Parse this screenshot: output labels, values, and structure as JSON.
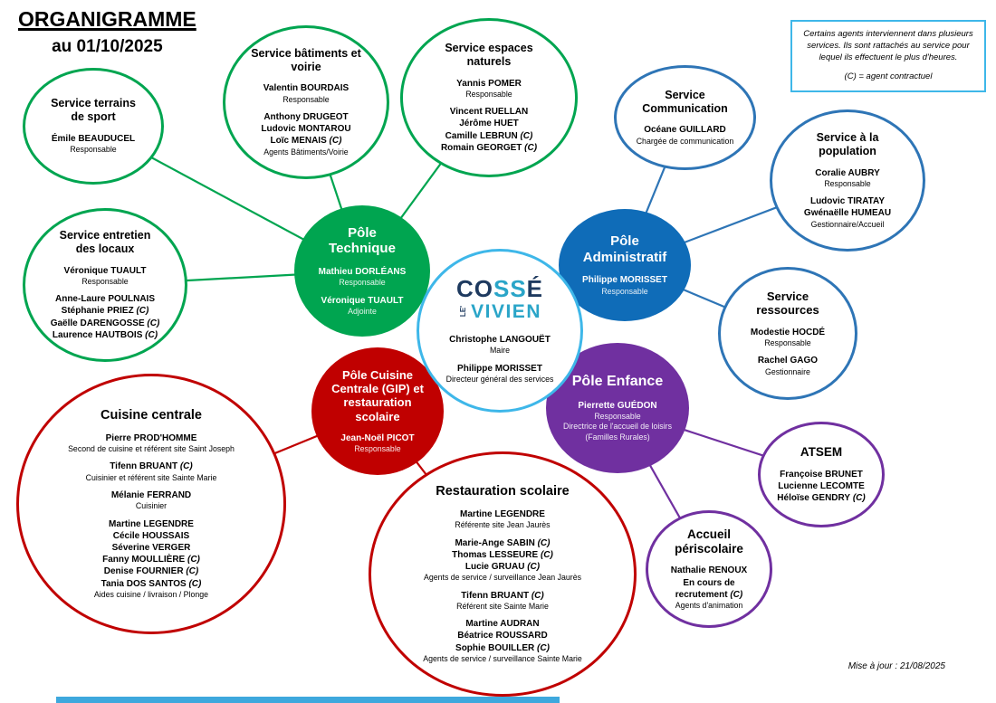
{
  "header": {
    "title": "ORGANIGRAMME",
    "date": "au 01/10/2025"
  },
  "note": {
    "body": "Certains agents interviennent dans plusieurs services. Ils sont rattachés au service pour lequel ils effectuent le plus d'heures.",
    "legend": "(C) = agent contractuel"
  },
  "footer": {
    "updated": "Mise à jour : 21/08/2025"
  },
  "logo": {
    "part1": "CO",
    "part2": "SS",
    "part3": "É",
    "le": "LE'",
    "city": "VIVIEN"
  },
  "colors": {
    "green": "#00A550",
    "blue": "#2E75B6",
    "blue_fill": "#0F6CB8",
    "red": "#C00000",
    "purple": "#7030A0",
    "lightblue": "#3EB7E9",
    "navy": "#1E3A5F",
    "teal": "#2AA5C8"
  },
  "circles": [
    {
      "id": "terrains-sport",
      "style": "outline",
      "color": "green",
      "title": "Service terrains\nde sport",
      "groups": [
        {
          "members": [
            "Émile BEAUDUCEL"
          ],
          "roles": [
            "Responsable"
          ]
        }
      ]
    },
    {
      "id": "batiments-voirie",
      "style": "outline",
      "color": "green",
      "title": "Service bâtiments et\nvoirie",
      "groups": [
        {
          "members": [
            "Valentin BOURDAIS"
          ],
          "roles": [
            "Responsable"
          ]
        },
        {
          "members": [
            "Anthony DRUGEOT",
            "Ludovic MONTAROU",
            "Loïc MENAIS (C)"
          ],
          "roles": [
            "Agents Bâtiments/Voirie"
          ]
        }
      ]
    },
    {
      "id": "espaces-naturels",
      "style": "outline",
      "color": "green",
      "title": "Service espaces\nnaturels",
      "groups": [
        {
          "members": [
            "Yannis POMER"
          ],
          "roles": [
            "Responsable"
          ]
        },
        {
          "members": [
            "Vincent RUELLAN",
            "Jérôme HUET",
            "Camille LEBRUN (C)",
            "Romain GEORGET (C)"
          ],
          "roles": []
        }
      ]
    },
    {
      "id": "communication",
      "style": "outline",
      "color": "blue",
      "title": "Service\nCommunication",
      "groups": [
        {
          "members": [
            "Océane GUILLARD"
          ],
          "roles": [
            "Chargée de communication"
          ]
        }
      ]
    },
    {
      "id": "population",
      "style": "outline",
      "color": "blue",
      "title": "Service à la\npopulation",
      "groups": [
        {
          "members": [
            "Coralie AUBRY"
          ],
          "roles": [
            "Responsable"
          ]
        },
        {
          "members": [
            "Ludovic TIRATAY",
            "Gwénaëlle HUMEAU"
          ],
          "roles": [
            "Gestionnaire/Accueil"
          ]
        }
      ]
    },
    {
      "id": "entretien-locaux",
      "style": "outline",
      "color": "green",
      "title": "Service entretien\ndes locaux",
      "groups": [
        {
          "members": [
            "Véronique TUAULT"
          ],
          "roles": [
            "Responsable"
          ]
        },
        {
          "members": [
            "Anne-Laure POULNAIS",
            "Stéphanie PRIEZ (C)",
            "Gaëlle DARENGOSSE (C)",
            "Laurence HAUTBOIS (C)"
          ],
          "roles": []
        }
      ]
    },
    {
      "id": "pole-technique",
      "style": "filled",
      "color": "green",
      "title": "Pôle\nTechnique",
      "groups": [
        {
          "members": [
            "Mathieu DORLÉANS"
          ],
          "roles": [
            "Responsable"
          ]
        },
        {
          "members": [
            "Véronique TUAULT"
          ],
          "roles": [
            "Adjointe"
          ]
        }
      ]
    },
    {
      "id": "pole-administratif",
      "style": "filled",
      "color": "blue",
      "title": "Pôle\nAdministratif",
      "groups": [
        {
          "members": [
            "Philippe MORISSET"
          ],
          "roles": [
            "Responsable"
          ]
        }
      ]
    },
    {
      "id": "ressources",
      "style": "outline",
      "color": "blue",
      "title": "Service\nressources",
      "groups": [
        {
          "members": [
            "Modestie HOCDÉ"
          ],
          "roles": [
            "Responsable"
          ]
        },
        {
          "members": [
            "Rachel GAGO"
          ],
          "roles": [
            "Gestionnaire"
          ]
        }
      ]
    },
    {
      "id": "pole-cuisine",
      "style": "filled",
      "color": "red",
      "title": "Pôle Cuisine\nCentrale (GIP) et\nrestauration\nscolaire",
      "groups": [
        {
          "members": [
            "Jean-Noël PICOT"
          ],
          "roles": [
            "Responsable"
          ]
        }
      ]
    },
    {
      "id": "pole-enfance",
      "style": "filled",
      "color": "purple",
      "title": "Pôle Enfance",
      "groups": [
        {
          "members": [
            "Pierrette GUÉDON"
          ],
          "roles": [
            "Responsable",
            "Directrice de l'accueil de loisirs (Familles Rurales)"
          ]
        }
      ]
    },
    {
      "id": "cuisine-centrale",
      "style": "outline",
      "color": "red",
      "title": "Cuisine centrale",
      "groups": [
        {
          "members": [
            "Pierre PROD'HOMME"
          ],
          "roles": [
            "Second de cuisine et référent site Saint Joseph"
          ]
        },
        {
          "members": [
            "Tifenn BRUANT (C)"
          ],
          "roles": [
            "Cuisinier et référent site Sainte Marie"
          ]
        },
        {
          "members": [
            "Mélanie FERRAND"
          ],
          "roles": [
            "Cuisinier"
          ]
        },
        {
          "members": [
            "Martine LEGENDRE",
            "Cécile HOUSSAIS",
            "Séverine VERGER",
            "Fanny MOULLIÈRE (C)",
            "Denise FOURNIER (C)",
            "Tania DOS SANTOS (C)"
          ],
          "roles": [
            "Aides cuisine / livraison / Plonge"
          ]
        }
      ]
    },
    {
      "id": "restauration-scolaire",
      "style": "outline",
      "color": "red",
      "title": "Restauration scolaire",
      "groups": [
        {
          "members": [
            "Martine LEGENDRE"
          ],
          "roles": [
            "Référente site Jean Jaurès"
          ]
        },
        {
          "members": [
            "Marie-Ange SABIN (C)",
            "Thomas LESSEURE (C)",
            "Lucie GRUAU (C)"
          ],
          "roles": [
            "Agents de service / surveillance Jean Jaurès"
          ]
        },
        {
          "members": [
            "Tifenn BRUANT (C)"
          ],
          "roles": [
            "Référent site Sainte Marie"
          ]
        },
        {
          "members": [
            "Martine AUDRAN",
            "Béatrice ROUSSARD",
            "Sophie BOUILLER (C)"
          ],
          "roles": [
            "Agents de service / surveillance Sainte Marie"
          ]
        }
      ]
    },
    {
      "id": "atsem",
      "style": "outline",
      "color": "purple",
      "title": "ATSEM",
      "groups": [
        {
          "members": [
            "Françoise BRUNET",
            "Lucienne LECOMTE",
            "Héloïse GENDRY (C)"
          ],
          "roles": []
        }
      ]
    },
    {
      "id": "accueil-periscolaire",
      "style": "outline",
      "color": "purple",
      "title": "Accueil\npériscolaire",
      "groups": [
        {
          "members": [
            "Nathalie RENOUX",
            "En cours de recrutement (C)"
          ],
          "roles": [
            "Agents d'animation"
          ]
        }
      ]
    },
    {
      "id": "direction",
      "style": "outline",
      "color": "lightblue",
      "logo": true,
      "title": "",
      "groups": [
        {
          "members": [
            "Christophe LANGOUËT"
          ],
          "roles": [
            "Maire"
          ]
        },
        {
          "members": [
            "Philippe MORISSET"
          ],
          "roles": [
            "Directeur général des services"
          ]
        }
      ]
    }
  ],
  "connectors": [
    {
      "from": "pole-technique",
      "to": "terrains-sport",
      "color": "green"
    },
    {
      "from": "pole-technique",
      "to": "batiments-voirie",
      "color": "green"
    },
    {
      "from": "pole-technique",
      "to": "espaces-naturels",
      "color": "green"
    },
    {
      "from": "pole-technique",
      "to": "entretien-locaux",
      "color": "green"
    },
    {
      "from": "pole-administratif",
      "to": "communication",
      "color": "blue"
    },
    {
      "from": "pole-administratif",
      "to": "population",
      "color": "blue"
    },
    {
      "from": "pole-administratif",
      "to": "ressources",
      "color": "blue"
    },
    {
      "from": "pole-cuisine",
      "to": "cuisine-centrale",
      "color": "red"
    },
    {
      "from": "pole-cuisine",
      "to": "restauration-scolaire",
      "color": "red"
    },
    {
      "from": "pole-enfance",
      "to": "atsem",
      "color": "purple"
    },
    {
      "from": "pole-enfance",
      "to": "accueil-periscolaire",
      "color": "purple"
    }
  ]
}
